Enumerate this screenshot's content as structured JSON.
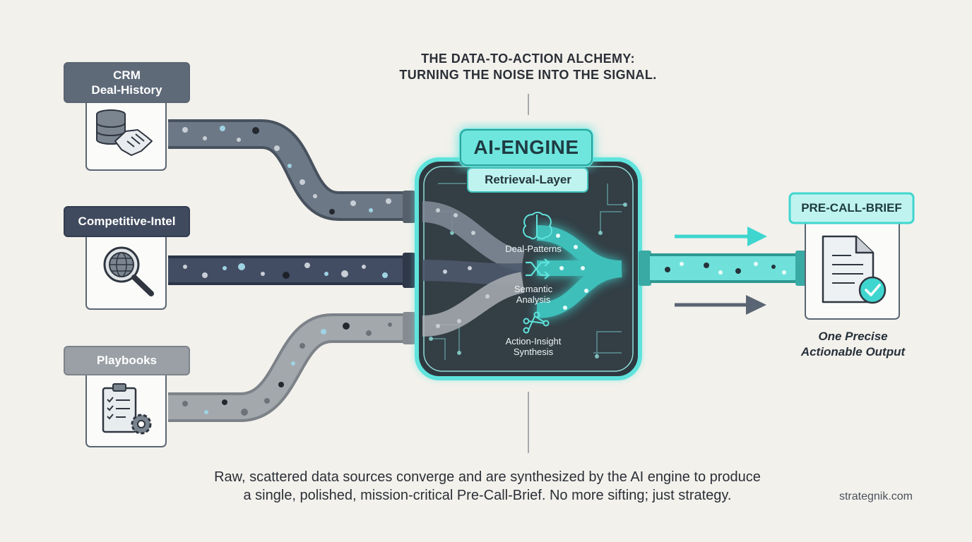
{
  "headline": {
    "line1": "THE DATA-TO-ACTION ALCHEMY:",
    "line2": "TURNING THE NOISE INTO THE SIGNAL."
  },
  "sources": [
    {
      "line1": "CRM",
      "line2": "Deal-History",
      "icon": "database-handshake-icon"
    },
    {
      "label": "Competitive-Intel",
      "icon": "globe-magnifier-icon"
    },
    {
      "label": "Playbooks",
      "icon": "clipboard-gear-icon"
    }
  ],
  "engine": {
    "title": "AI-ENGINE",
    "layer": "Retrieval-Layer",
    "stages": [
      {
        "line1": "Deal-Patterns",
        "line2": "",
        "icon": "brain-icon"
      },
      {
        "line1": "Semantic",
        "line2": "Analysis",
        "icon": "shuffle-icon"
      },
      {
        "line1": "Action-Insight",
        "line2": "Synthesis",
        "icon": "nodes-icon"
      }
    ]
  },
  "output": {
    "label": "PRE-CALL-BRIEF",
    "icon": "document-check-icon",
    "caption_line1": "One Precise",
    "caption_line2": "Actionable Output"
  },
  "footer": {
    "line1": "Raw, scattered data sources converge and are synthesized by the AI engine to produce",
    "line2": "a single, polished, mission-critical Pre-Call-Brief. No more sifting; just strategy."
  },
  "site": "strategnik.com",
  "colors": {
    "accent": "#3fd6cf",
    "pipe_crm": "#6b7684",
    "pipe_comp": "#404b60",
    "pipe_play": "#9ea3a8",
    "engine_bg": "#2f3a40"
  }
}
